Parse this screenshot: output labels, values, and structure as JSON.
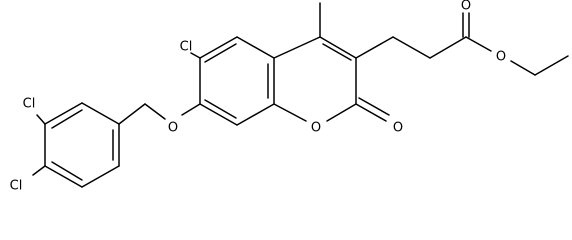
{
  "molecule": {
    "atom_labels": {
      "cl_6": "Cl",
      "cl_3": "Cl",
      "cl_4": "Cl",
      "o_ether": "O",
      "o_ring": "O",
      "o_carbonyl": "O",
      "o_ester_carbonyl": "O",
      "o_ester": "O"
    }
  },
  "colors": {
    "bond": "#000000",
    "label": "#000000",
    "background": "#ffffff"
  }
}
